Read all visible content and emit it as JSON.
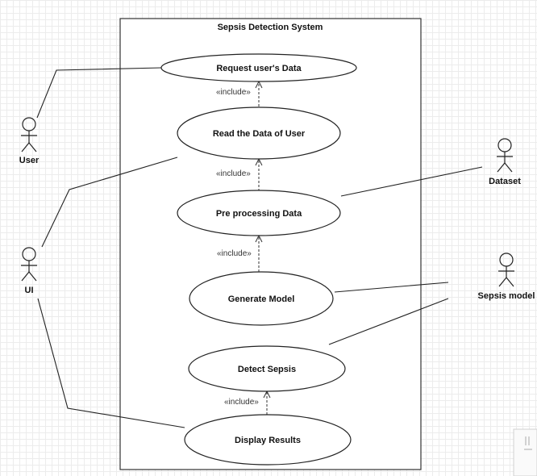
{
  "system": {
    "title": "Sepsis Detection System"
  },
  "actors": {
    "user": "User",
    "ui": "UI",
    "dataset": "Dataset",
    "sepsis_model": "Sepsis model"
  },
  "use_cases": {
    "request_data": "Request user's  Data",
    "read_data": "Read the Data of User",
    "preprocess": "Pre processing Data",
    "generate_model": "Generate Model",
    "detect_sepsis": "Detect  Sepsis",
    "display_results": "Display Results"
  },
  "relations": {
    "include_label": "«include»"
  },
  "colors": {
    "line": "#222222",
    "grid": "#ececec"
  }
}
